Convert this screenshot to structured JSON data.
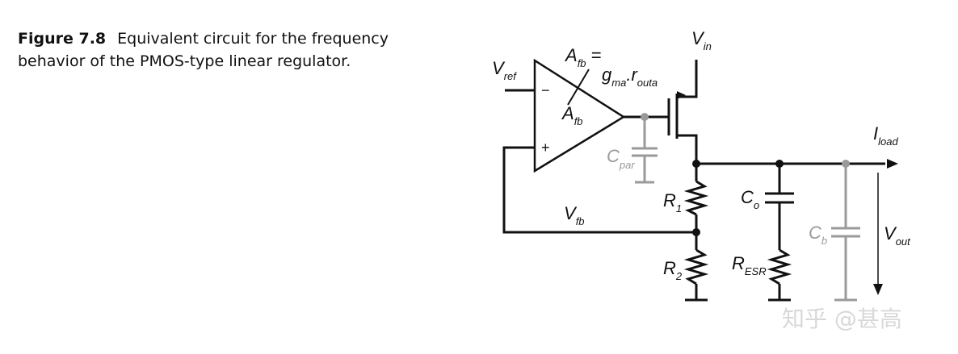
{
  "caption": {
    "figure_number": "Figure 7.8",
    "text": "Equivalent circuit for the frequency behavior of the PMOS-type linear regulator."
  },
  "labels": {
    "vin": {
      "main": "V",
      "sub": "in"
    },
    "vref": {
      "main": "V",
      "sub": "ref"
    },
    "afb_eq": {
      "main": "A",
      "sub": "fb",
      "suffix": "="
    },
    "gain_expr": {
      "g": "g",
      "g_sub": "ma",
      "dot": ".",
      "r": "r",
      "r_sub": "outa"
    },
    "afb_amp": {
      "main": "A",
      "sub": "fb"
    },
    "minus": "−",
    "plus": "+",
    "cpar": {
      "main": "C",
      "sub": "par"
    },
    "iload": {
      "main": "I",
      "sub": "load"
    },
    "r1": {
      "main": "R",
      "sub": "1"
    },
    "co": {
      "main": "C",
      "sub": "o"
    },
    "cb": {
      "main": "C",
      "sub": "b"
    },
    "vout": {
      "main": "V",
      "sub": "out"
    },
    "vfb": {
      "main": "V",
      "sub": "fb"
    },
    "r2": {
      "main": "R",
      "sub": "2"
    },
    "resr": {
      "main": "R",
      "sub": "ESR"
    }
  },
  "watermark": "知乎 @甚高",
  "colors": {
    "wire": "#111111",
    "parasitic": "#9a9a9a",
    "watermark": "#d8d8d8"
  }
}
